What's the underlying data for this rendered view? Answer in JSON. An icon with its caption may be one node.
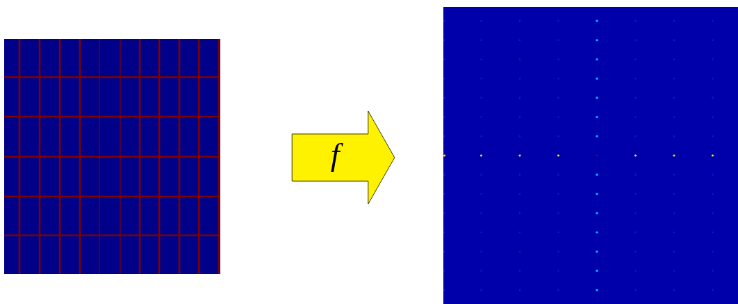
{
  "diagram": {
    "nodes": [
      {
        "text": [],
        "shape": "picture"
      },
      {
        "text": [],
        "shape": "picture"
      }
    ],
    "edges": [
      {
        "from": 0,
        "to": 1,
        "arrow": "to",
        "label": "f"
      }
    ]
  }
}
